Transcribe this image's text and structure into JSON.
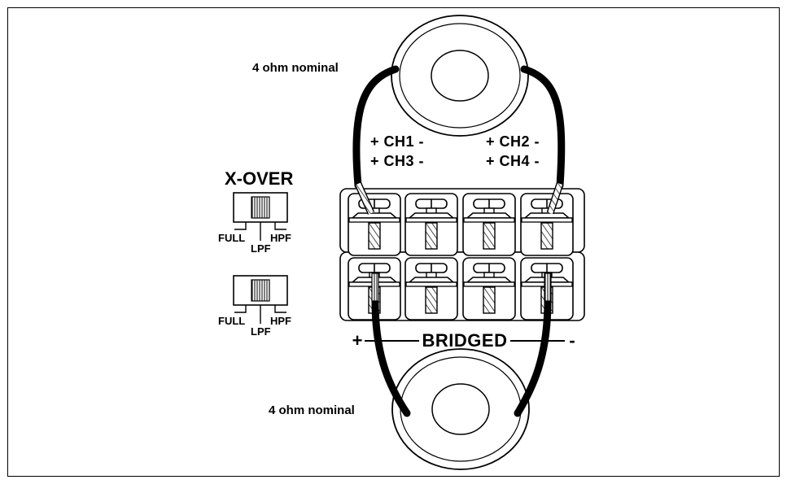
{
  "diagram": {
    "speaker_top_label": "4 ohm nominal",
    "speaker_bottom_label": "4 ohm nominal",
    "xover_title": "X-OVER",
    "switch_1": {
      "left": "FULL",
      "right": "HPF",
      "bottom": "LPF"
    },
    "switch_2": {
      "left": "FULL",
      "right": "HPF",
      "bottom": "LPF"
    },
    "channels_row_1": {
      "left": "+ CH1 -",
      "right": "+ CH2 -"
    },
    "channels_row_2": {
      "left": "+ CH3 -",
      "right": "+ CH4 -"
    },
    "bridged": {
      "plus": "+",
      "word": "BRIDGED",
      "minus": "-"
    }
  },
  "colors": {
    "line": "#000000",
    "background": "#ffffff"
  }
}
